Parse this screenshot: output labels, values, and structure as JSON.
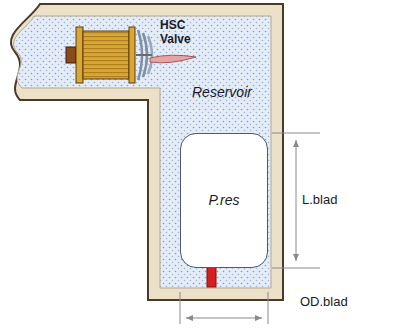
{
  "diagram": {
    "nodes": [
      {
        "text": [
          "Reservoir"
        ]
      },
      {
        "text": [
          "P.res"
        ],
        "in": 0
      }
    ],
    "labels": [
      "HSC Valve",
      "L.blad",
      "OD.blad"
    ]
  }
}
